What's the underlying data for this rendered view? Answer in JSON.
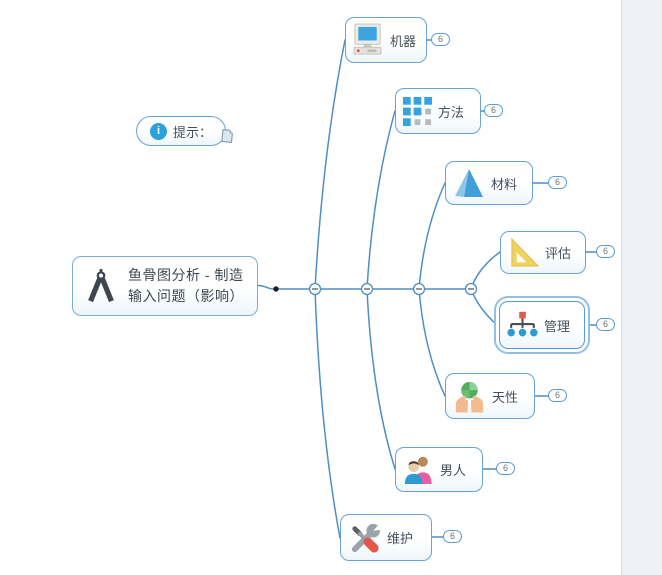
{
  "main_topic": {
    "line1": "鱼骨图分析 - 制造",
    "line2": "输入问题（影响）"
  },
  "hint": {
    "label": "提示：",
    "info_glyph": "i"
  },
  "branches": [
    {
      "label": "机器",
      "badge": "6"
    },
    {
      "label": "方法",
      "badge": "6"
    },
    {
      "label": "材料",
      "badge": "6"
    },
    {
      "label": "评估",
      "badge": "6"
    },
    {
      "label": "管理",
      "badge": "6",
      "selected": true
    },
    {
      "label": "天性",
      "badge": "6"
    },
    {
      "label": "男人",
      "badge": "6"
    },
    {
      "label": "维护",
      "badge": "6"
    }
  ],
  "collapse_control_glyph": "−",
  "colors": {
    "connector_line": "#4e8ec5",
    "node_border": "#6aa3d6",
    "selection_ring": "#90c0e4",
    "node_text": "#45505c",
    "badge_border": "#5b9bd5",
    "badge_text": "#68737e",
    "info_icon_blue": "#2aa2de",
    "canvas_bg": "#ffffff"
  }
}
